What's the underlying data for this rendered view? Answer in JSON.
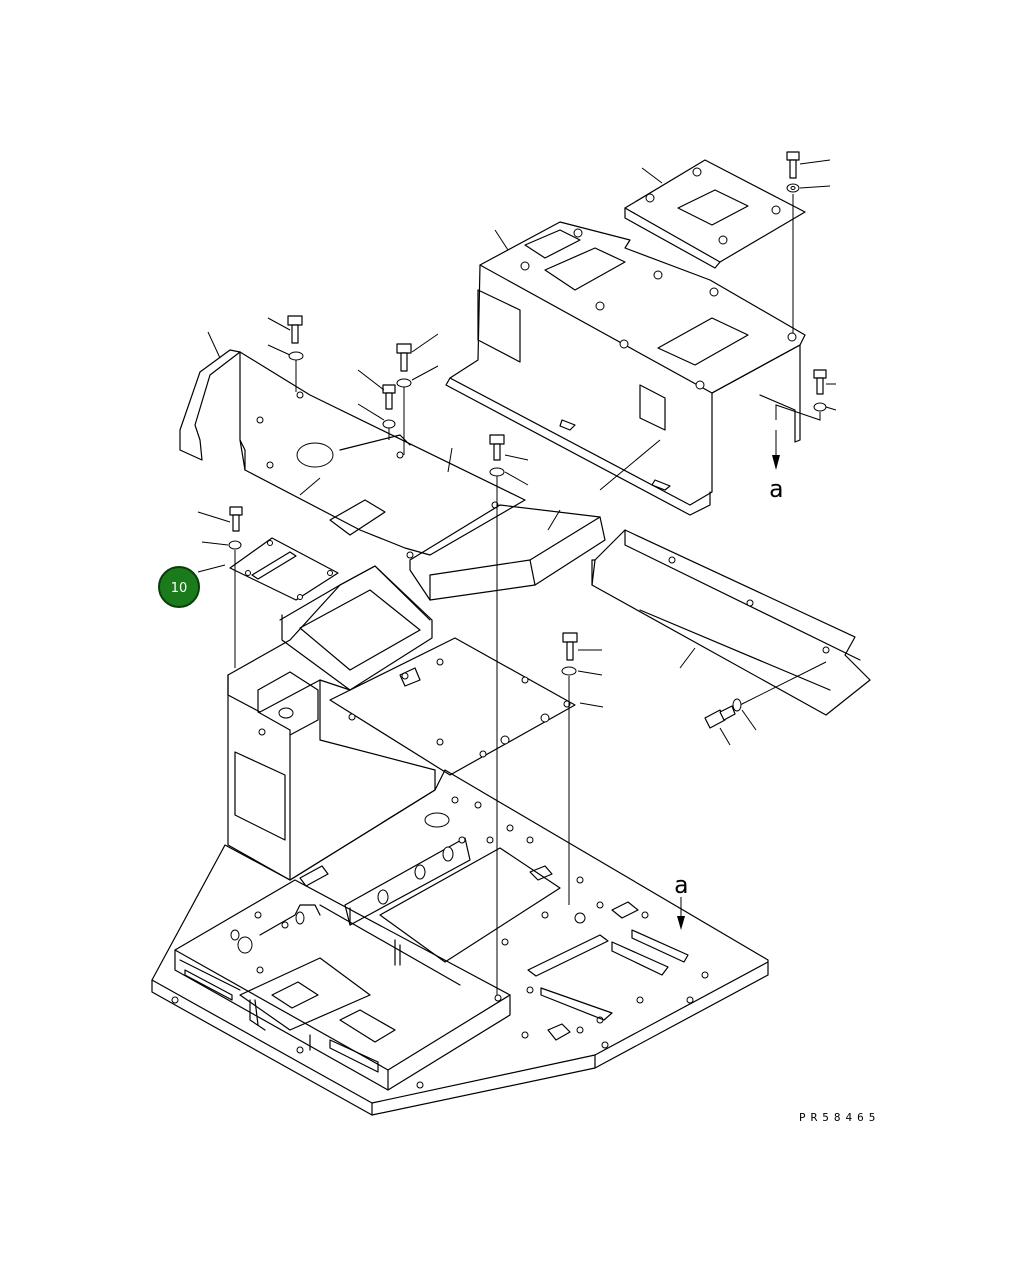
{
  "diagram": {
    "callout_badge": {
      "label": "10",
      "color": "#1b7a1b"
    },
    "view_reference_upper": "a",
    "view_reference_lower": "a",
    "drawing_number": "PR58465"
  }
}
